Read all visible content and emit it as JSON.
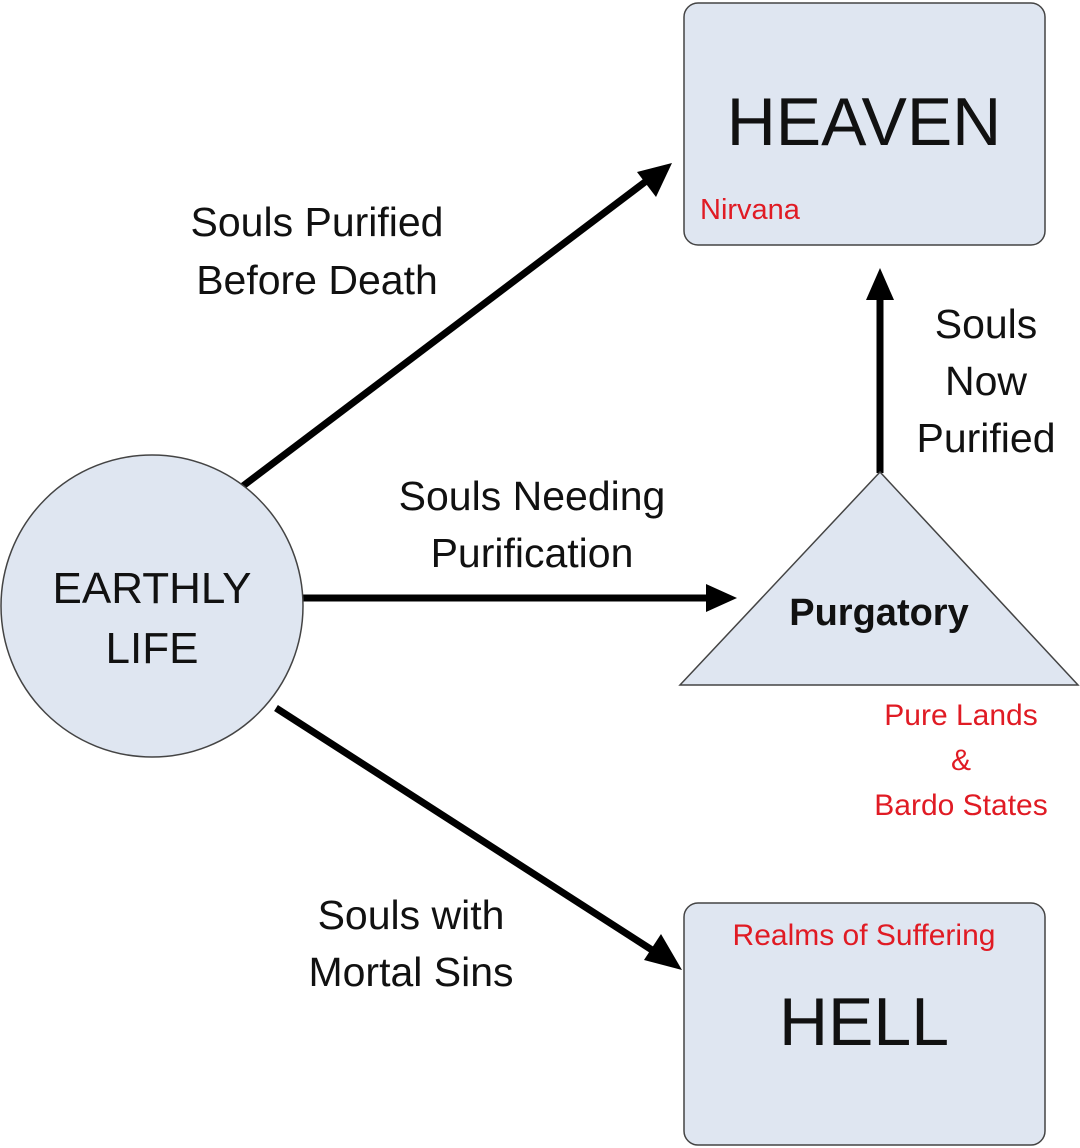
{
  "nodes": {
    "heaven": {
      "title": "HEAVEN",
      "alt": "Nirvana"
    },
    "earthly": {
      "line1": "EARTHLY",
      "line2": "LIFE"
    },
    "purgatory": {
      "title": "Purgatory",
      "alt_line1": "Pure Lands",
      "alt_line2": "&",
      "alt_line3": "Bardo States"
    },
    "hell": {
      "title": "HELL",
      "alt": "Realms of Suffering"
    }
  },
  "edges": {
    "to_heaven": {
      "line1": "Souls Purified",
      "line2": "Before Death"
    },
    "to_purgatory": {
      "line1": "Souls Needing",
      "line2": "Purification"
    },
    "purgatory_to_heaven": {
      "line1": "Souls",
      "line2": "Now",
      "line3": "Purified"
    },
    "to_hell": {
      "line1": "Souls with",
      "line2": "Mortal Sins"
    }
  },
  "colors": {
    "node_fill": "#dfe6f1",
    "node_stroke": "#444444",
    "alt_text": "#e01b24",
    "arrow": "#000000"
  }
}
